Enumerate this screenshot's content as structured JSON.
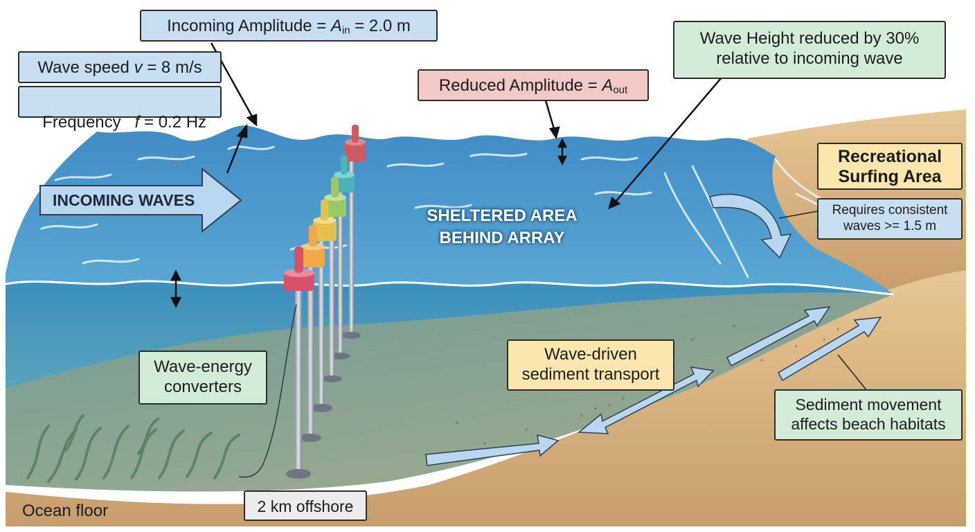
{
  "labels": {
    "wave_speed": {
      "prefix": "Wave speed ",
      "symbol": "v",
      "suffix": " = 8 m/s"
    },
    "frequency": {
      "prefix": "Frequency   ",
      "symbol": "f",
      "suffix": " = 0.2 Hz"
    },
    "incoming_amplitude": {
      "prefix": "Incoming Amplitude = ",
      "symbol": "A",
      "subscript": "in",
      "suffix": " = 2.0 m"
    },
    "reduced_amplitude": {
      "prefix": "Reduced Amplitude = ",
      "symbol": "A",
      "subscript": "out"
    },
    "wave_height_reduction": {
      "line1": "Wave Height reduced by 30%",
      "line2": "relative to incoming wave"
    },
    "incoming_waves": "INCOMING WAVES",
    "sheltered_area": {
      "line1": "SHELTERED AREA",
      "line2": "BEHIND ARRAY"
    },
    "surfing_area": {
      "line1": "Recreational",
      "line2": "Surfing Area"
    },
    "surfing_requirement": {
      "line1": "Requires consistent",
      "line2": "waves >= 1.5 m"
    },
    "wave_energy_converters": {
      "line1": "Wave-energy",
      "line2": "converters"
    },
    "sediment_transport": {
      "line1": "Wave-driven",
      "line2": "sediment transport"
    },
    "sediment_movement": {
      "line1": "Sediment movement",
      "line2": "affects beach habitats"
    },
    "offshore_distance": "2 km offshore",
    "ocean_floor": "Ocean floor"
  },
  "colors": {
    "water_surface": "#3d8fc4",
    "water_body": "#4a9bbd",
    "sand": "#d8b584",
    "seabed": "#9aa48a",
    "buoy_colors": [
      "#d9506a",
      "#f0a848",
      "#e6c04c",
      "#9cc86a",
      "#4ab4b8",
      "#d05a62"
    ]
  },
  "icons": [
    "incoming-waves-arrow-icon",
    "amplitude-arrow-icon",
    "sediment-arrow-icon",
    "buoy-icon"
  ]
}
